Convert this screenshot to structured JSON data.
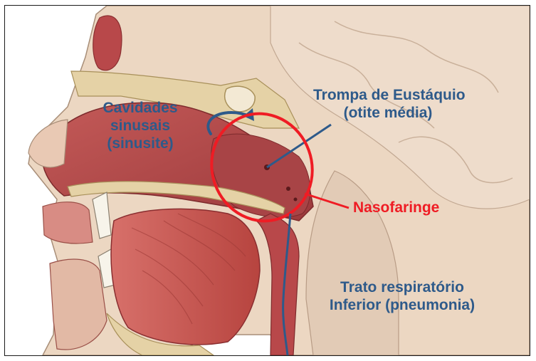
{
  "colors": {
    "label_blue": "#2e5a8a",
    "label_red": "#ef1c24",
    "skin": "#e9d3bd",
    "mucosa": "#b8484a",
    "tongue_muscle": "#c8524c",
    "bone": "#e5d2a6"
  },
  "labels": {
    "sinus": {
      "line1": "Cavidades",
      "line2": "sinusais",
      "line3": "(sinusite)"
    },
    "eustachian": {
      "line1": "Trompa de Eustáquio",
      "line2": "(otite média)"
    },
    "nasopharynx": "Nasofaringe",
    "lower_tract": {
      "line1": "Trato respiratório",
      "line2": "Inferior (pneumonia)"
    }
  }
}
